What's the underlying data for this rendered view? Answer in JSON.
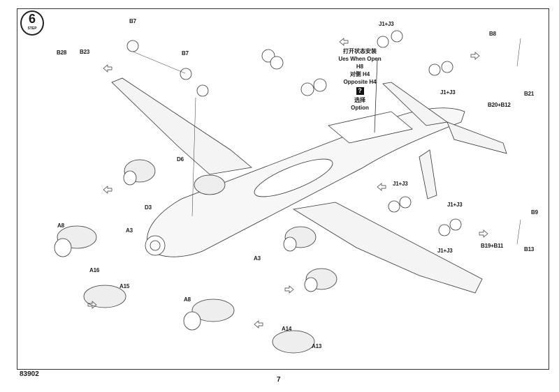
{
  "step": {
    "number": "6",
    "label": "STEP"
  },
  "note": {
    "cn_open": "打开状态安装",
    "en_open": "Ues When Open",
    "part_open": "H8",
    "cn_opposite": "对侧 H4",
    "en_opposite": "Opposite H4",
    "option_icon": "?",
    "cn_option": "选择",
    "en_option": "Option"
  },
  "labels": {
    "b7_top": "B7",
    "b28": "B28",
    "b23": "B23",
    "b7_right": "B7",
    "j1j3_top": "J1+J3",
    "b8": "B8",
    "b21": "B21",
    "j1j3_top2": "J1+J3",
    "b20b12": "B20+B12",
    "d6": "D6",
    "d3": "D3",
    "a8_left": "A8",
    "a3_left": "A3",
    "j1j3_mid1": "J1+J3",
    "j1j3_mid2": "J1+J3",
    "b9": "B9",
    "j1j3_mid3": "J1+J3",
    "b19b11": "B19+B11",
    "b13": "B13",
    "a3_mid": "A3",
    "a16": "A16",
    "a15": "A15",
    "a8_mid": "A8",
    "a14": "A14",
    "a13": "A13"
  },
  "footer": {
    "code": "83902",
    "page": "7"
  }
}
